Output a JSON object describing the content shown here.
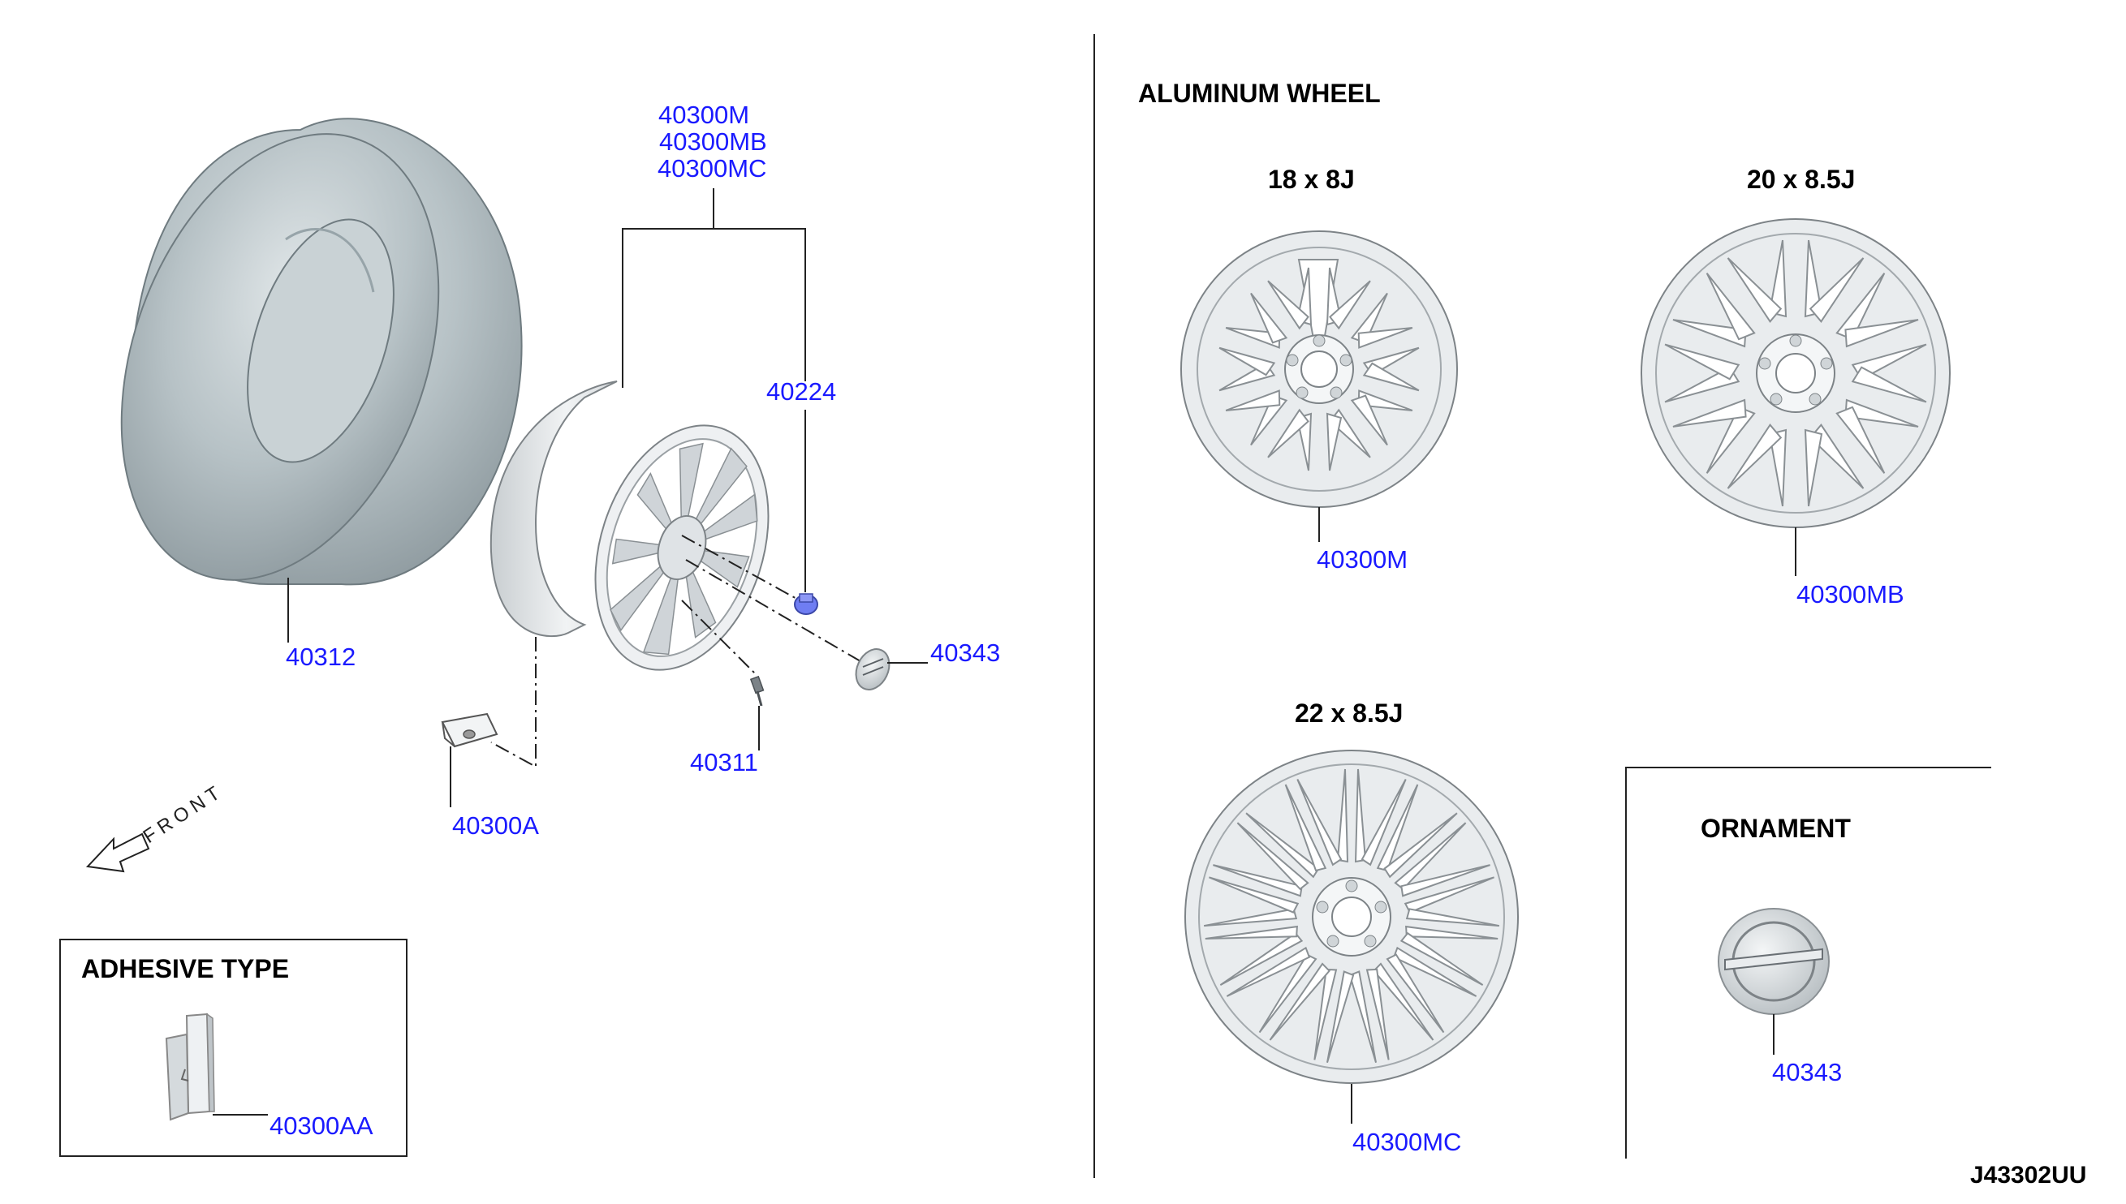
{
  "labels": {
    "tire": "40312",
    "wheel_m": "40300M",
    "wheel_mb": "40300MB",
    "wheel_mc": "40300MC",
    "nut": "40224",
    "center_cap": "40343",
    "valve": "40311",
    "sensor": "40300A",
    "adhesive_sensor": "40300AA",
    "wheel_18": "40300M",
    "wheel_20": "40300MB",
    "wheel_22": "40300MC",
    "ornament": "40343"
  },
  "headings": {
    "aluminum_wheel": "ALUMINUM WHEEL",
    "size_18": "18 x 8J",
    "size_20": "20 x 8.5J",
    "size_22": "22 x 8.5J",
    "ornament": "ORNAMENT",
    "adhesive_type": "ADHESIVE TYPE"
  },
  "front_label": "FRONT",
  "diagram_ref": "J43302UU",
  "colors": {
    "part_number": "#1a1aff",
    "tire_fill": "#b4bfc3",
    "wheel_fill": "#e9ecee",
    "nut_fill": "#6f7df2"
  }
}
